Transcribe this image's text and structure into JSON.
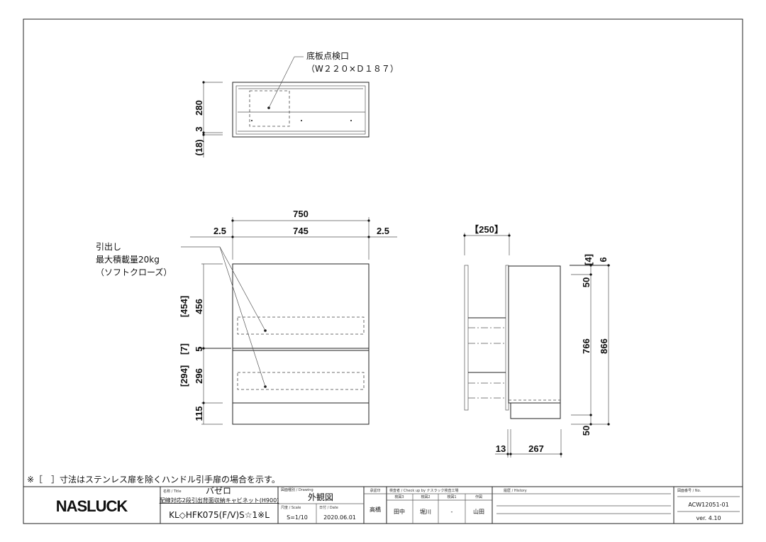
{
  "note": "※［　］寸法はステンレス扉を除くハンドル引手扉の場合を示す。",
  "top_view": {
    "callout_line1": "底板点検口",
    "callout_line2": "（W２２０×Ｄ１８７）",
    "dims": {
      "d280": "280",
      "d3": "3",
      "d18": "(18)"
    }
  },
  "front_view": {
    "callout_line1": "引出し",
    "callout_line2": "最大積載量20kg",
    "callout_line3": "（ソフトクローズ）",
    "dims": {
      "w750": "750",
      "w745": "745",
      "w25_left": "2.5",
      "w25_right": "2.5",
      "h456": "456",
      "h454": "[454]",
      "h5": "5",
      "h7": "[7]",
      "h296": "296",
      "h294": "[294]",
      "h115": "115"
    }
  },
  "side_view": {
    "dims": {
      "d250": "【250】",
      "d4": "[4]",
      "d6": "6",
      "d50_top": "50",
      "d766": "766",
      "d866": "866",
      "d50_bottom": "50",
      "d13": "13",
      "d267": "267"
    }
  },
  "title_block": {
    "logo": "NASLUCK",
    "title_label": "名称 / Title",
    "title_value": "バゼロ",
    "subtitle": "配線対応2段引出背面収納キャビネット(H900)",
    "model": "KL◇HFK075(F/V)S☆1※L",
    "drawing_label": "図面種別 / Drawing",
    "drawing_value": "外観図",
    "scale_label": "尺度 / Scale",
    "scale_value": "S=1/10",
    "date_label": "日付 / Date",
    "date_value": "2020.06.01",
    "approval_label": "承認印",
    "approval_value": "高橋",
    "check_label": "検査者 / Check up by ナスラック検査工場",
    "check_cols": [
      {
        "label": "検図3",
        "value": "田中"
      },
      {
        "label": "検図2",
        "value": "堀川"
      },
      {
        "label": "検図1",
        "value": "-"
      },
      {
        "label": "作図",
        "value": "山田"
      }
    ],
    "history_label": "履歴 / History",
    "number_label": "図面番号 / No.",
    "number_value": "ACW12051-01",
    "version": "ver. 4.10"
  }
}
